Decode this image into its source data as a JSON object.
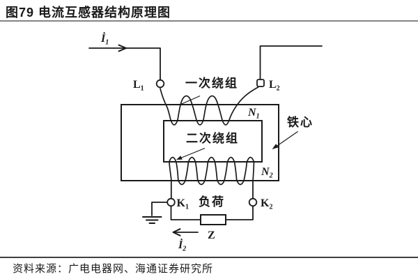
{
  "colors": {
    "ink": "#1a1a1a",
    "rule_top": "#848484",
    "rule_bottom": "#3f3f3f",
    "background": "#ffffff"
  },
  "header": {
    "figure_title": "图79 电流互感器结构原理图"
  },
  "footer": {
    "source": "资料来源：广电电器网、海通证券研究所"
  },
  "diagram": {
    "current_in": {
      "base": "İ",
      "sub": "1"
    },
    "current_out": {
      "base": "İ",
      "sub": "2"
    },
    "terminals": {
      "l1": {
        "base": "L",
        "sub": "1"
      },
      "l2": {
        "base": "L",
        "sub": "2"
      },
      "k1": {
        "base": "K",
        "sub": "1"
      },
      "k2": {
        "base": "K",
        "sub": "2"
      }
    },
    "windings": {
      "primary_label": "一次绕组",
      "secondary_label": "二次绕组",
      "primary_turns_symbol": {
        "base": "N",
        "sub": "1"
      },
      "secondary_turns_symbol": {
        "base": "N",
        "sub": "2"
      },
      "primary_turns_drawn": 3,
      "secondary_turns_drawn": 5
    },
    "core_label": "铁心",
    "load_label": "负荷",
    "impedance_label": "Z"
  }
}
